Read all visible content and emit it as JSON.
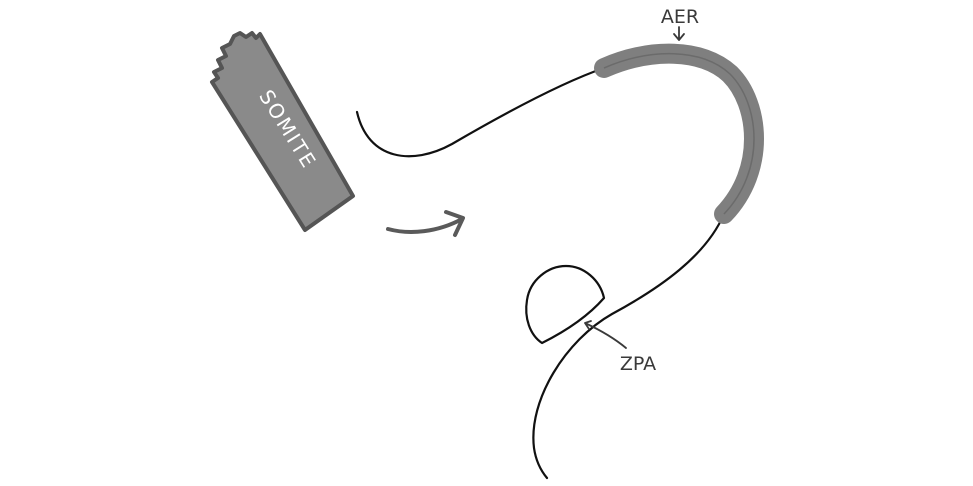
{
  "labels": {
    "somite": "SOMITE",
    "aer": "AER",
    "zpa": "ZPA"
  },
  "colors": {
    "background": "#ffffff",
    "outline": "#111111",
    "somite_fill": "#8a8a8a",
    "somite_edge": "#555555",
    "aer_band": "#7f7f7f",
    "arrow": "#5a5a5a",
    "label_text": "#3a3a3a"
  }
}
